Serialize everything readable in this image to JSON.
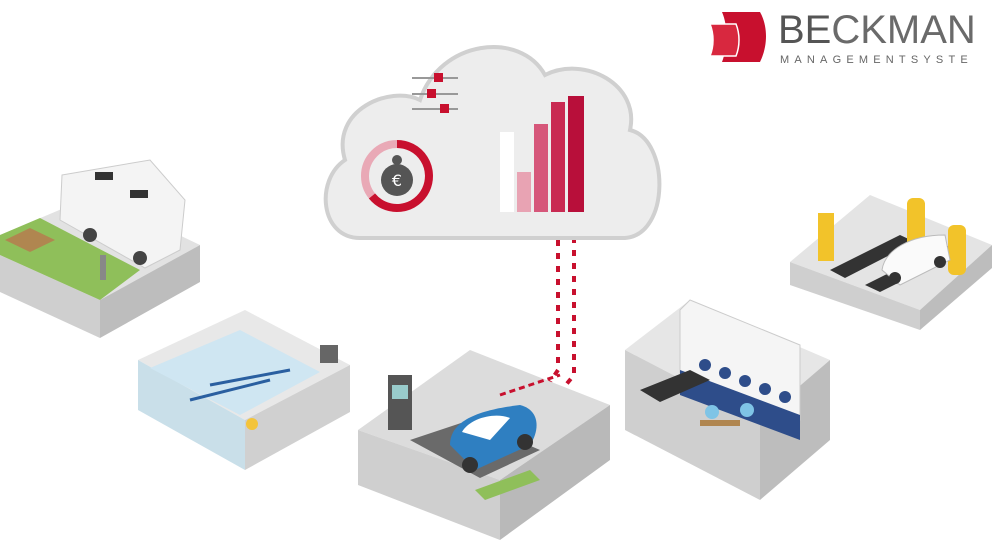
{
  "logo": {
    "brand_prefix": "BE",
    "brand_suffix": "CKMAN",
    "tagline": "MANAGEMENTSYSTE",
    "accent": "#c8102e"
  },
  "colors": {
    "accent": "#c8102e",
    "cloud": "#ececec",
    "platform": "#e4e4e4",
    "grass": "#8fbf5a",
    "water": "#cfe6f2",
    "car_blue": "#2f7fc1"
  },
  "scenes": [
    {
      "name": "camper-site",
      "icon": "camper-van-icon"
    },
    {
      "name": "swimming-pool",
      "icon": "pool-icon"
    },
    {
      "name": "parking",
      "icon": "parking-icon"
    },
    {
      "name": "laundry",
      "icon": "washing-machine-icon"
    },
    {
      "name": "car-wash",
      "icon": "car-wash-icon"
    }
  ]
}
